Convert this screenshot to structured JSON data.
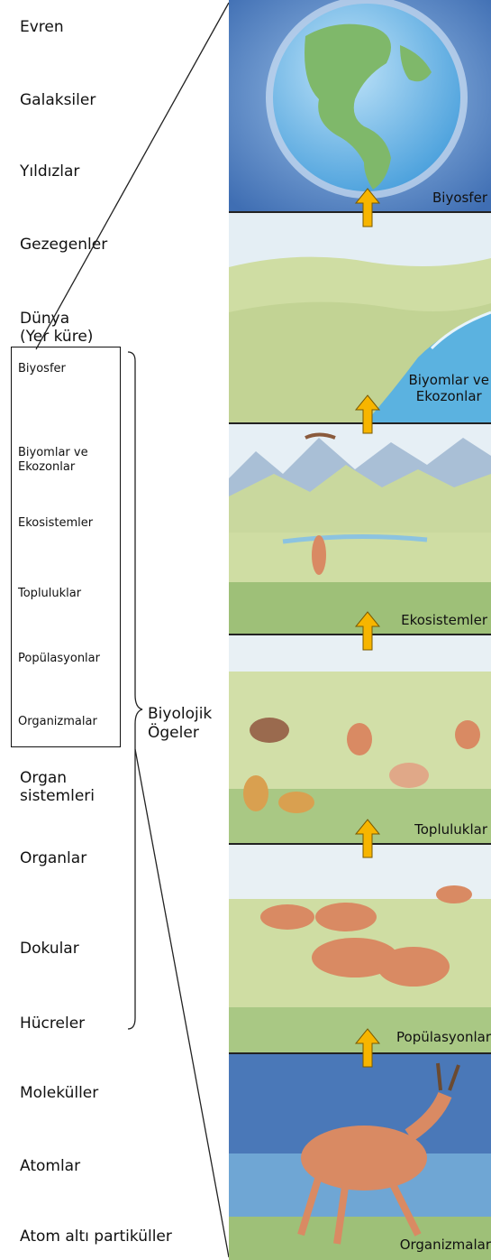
{
  "left_levels": {
    "evren": "Evren",
    "galaksiler": "Galaksiler",
    "yildizlar": "Yıldızlar",
    "gezegenler": "Gezegenler",
    "dunya_1": "Dünya",
    "dunya_2": "(Yer küre)",
    "organ_sistemleri_1": "Organ",
    "organ_sistemleri_2": "sistemleri",
    "organlar": "Organlar",
    "dokular": "Dokular",
    "hucreler": "Hücreler",
    "molekuller": "Moleküller",
    "atomlar": "Atomlar",
    "atom_alti": "Atom altı partiküller"
  },
  "box_levels": {
    "biyosfer": "Biyosfer",
    "biyomlar_1": "Biyomlar ve",
    "biyomlar_2": "Ekozonlar",
    "ekosistemler": "Ekosistemler",
    "topluluklar": "Topluluklar",
    "populasyonlar": "Popülasyonlar",
    "organizmalar": "Organizmalar"
  },
  "bracket_label": {
    "line1": "Biyolojik",
    "line2": "Ögeler"
  },
  "panels": {
    "biyosfer": "Biyosfer",
    "biyomlar_1": "Biyomlar ve",
    "biyomlar_2": "Ekozonlar",
    "ekosistemler": "Ekosistemler",
    "topluluklar": "Topluluklar",
    "populasyonlar": "Popülasyonlar",
    "organizmalar": "Organizmalar"
  },
  "colors": {
    "arrow": "#f7b500",
    "space": "#4a78b8",
    "sky": "#e6f0f6",
    "grass": "#cfdda3",
    "ocean": "#5bb2e0",
    "animal": "#d98a63"
  }
}
